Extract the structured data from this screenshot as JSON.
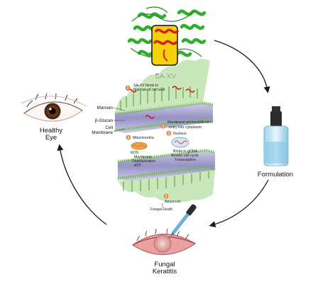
{
  "labels": {
    "peptide": "SA-XV",
    "formulation": "Formulation",
    "healthy_eye": [
      "Healthy",
      "Eye"
    ],
    "fungal_keratitis": [
      "Fungal",
      "Keratitis"
    ]
  },
  "cell_wall": {
    "mannan": "Mannan",
    "beta_glucan": "β-Glucan",
    "cell_membrane": [
      "Cell",
      "Membrane"
    ]
  },
  "steps": [
    {
      "num": "1",
      "lines": [
        "SA-XV binds to",
        "mannan of cell wall"
      ]
    },
    {
      "num": "2",
      "lines": [
        "Membrane permeabilization",
        "entry into cytoplasm"
      ]
    },
    {
      "num": "3",
      "lines": [
        "Nucleus"
      ]
    },
    {
      "num": "4",
      "lines": [
        "Mitochondria"
      ]
    },
    {
      "num": "5",
      "lines": [
        "Apoptosis"
      ]
    }
  ],
  "mito_effects": [
    "ROS",
    "Membrane",
    "Depolarization",
    "ATP"
  ],
  "nucleus_effects": [
    "Binds to gDNA",
    "Arrests cell cycle",
    "Transcription"
  ],
  "outcome": "Fungal Death",
  "colors": {
    "protein": "#2fae2f",
    "cylinder": "#f4d10a",
    "membrane": "#8a86bf",
    "lipid_head": "#6abf3a",
    "step_badge": "#e8823a",
    "arrow": "#1a1a1a"
  }
}
